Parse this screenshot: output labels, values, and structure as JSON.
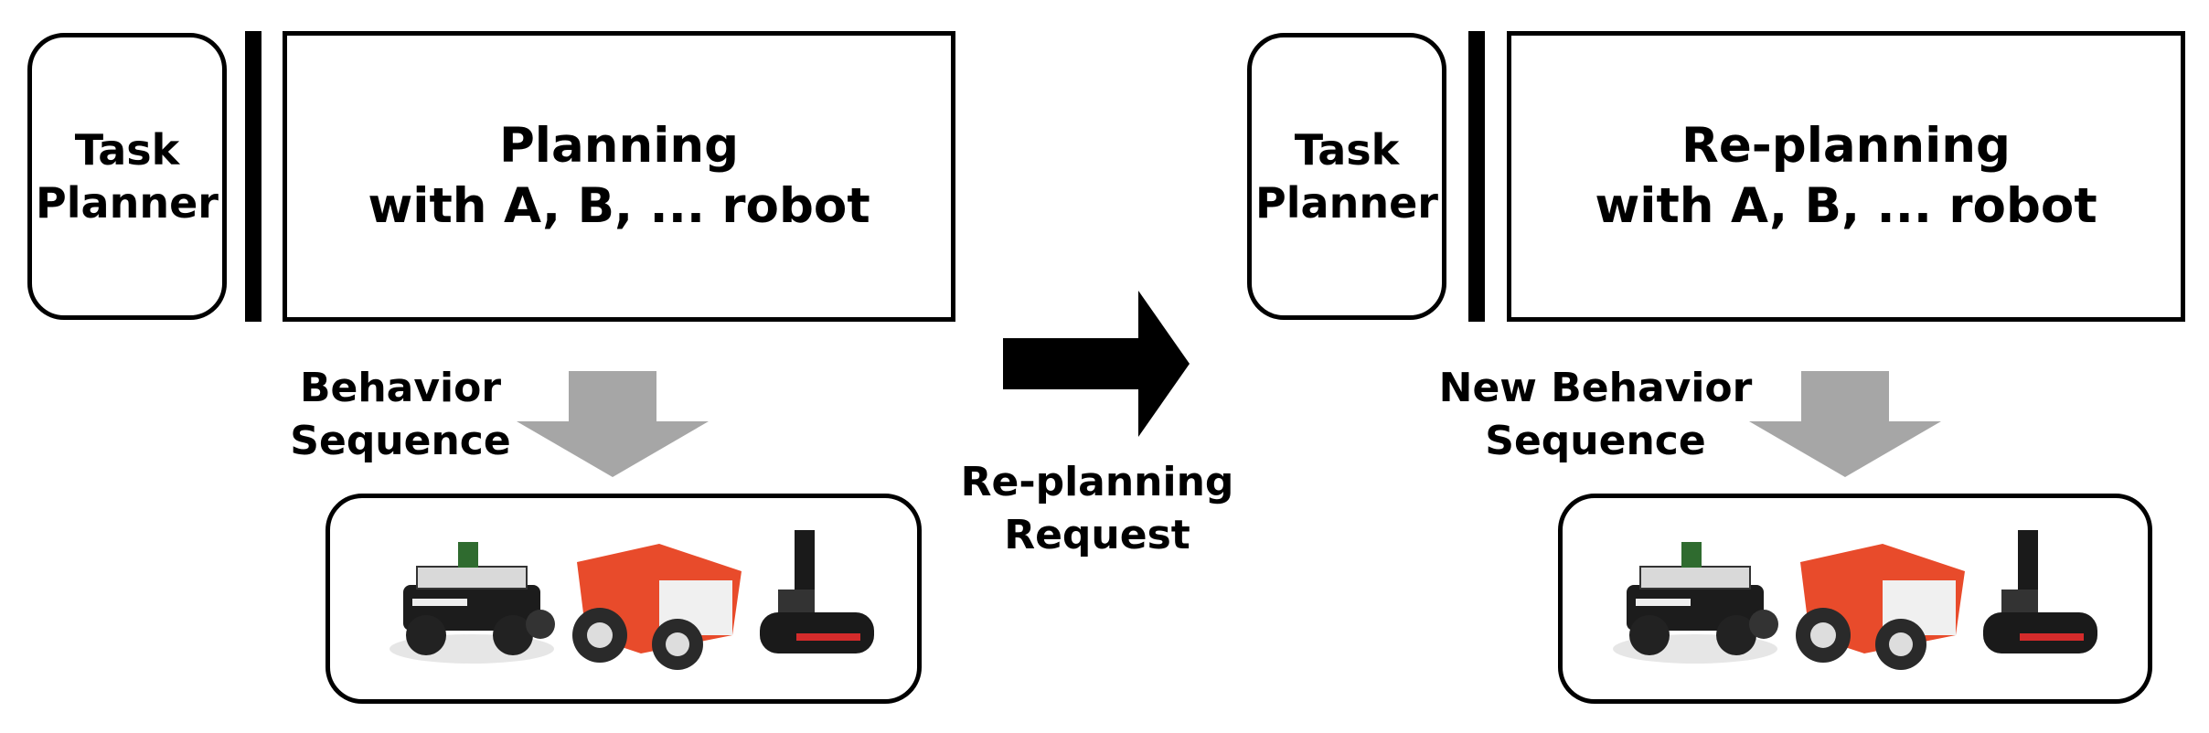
{
  "left": {
    "planner": {
      "line1": "Task",
      "line2": "Planner"
    },
    "main": {
      "line1": "Planning",
      "line2": "with A, B, ... robot"
    },
    "arrow_label": {
      "line1": "Behavior",
      "line2": "Sequence"
    }
  },
  "middle": {
    "label": {
      "line1": "Re-planning",
      "line2": "Request"
    }
  },
  "right": {
    "planner": {
      "line1": "Task",
      "line2": "Planner"
    },
    "main": {
      "line1": "Re-planning",
      "line2": "with A, B, ... robot"
    },
    "arrow_label": {
      "line1": "New Behavior",
      "line2": "Sequence"
    }
  },
  "colors": {
    "outline": "#000000",
    "down_arrow": "#a6a6a6",
    "robot_orange": "#e84b2b",
    "robot_dark": "#1a1a1a"
  }
}
